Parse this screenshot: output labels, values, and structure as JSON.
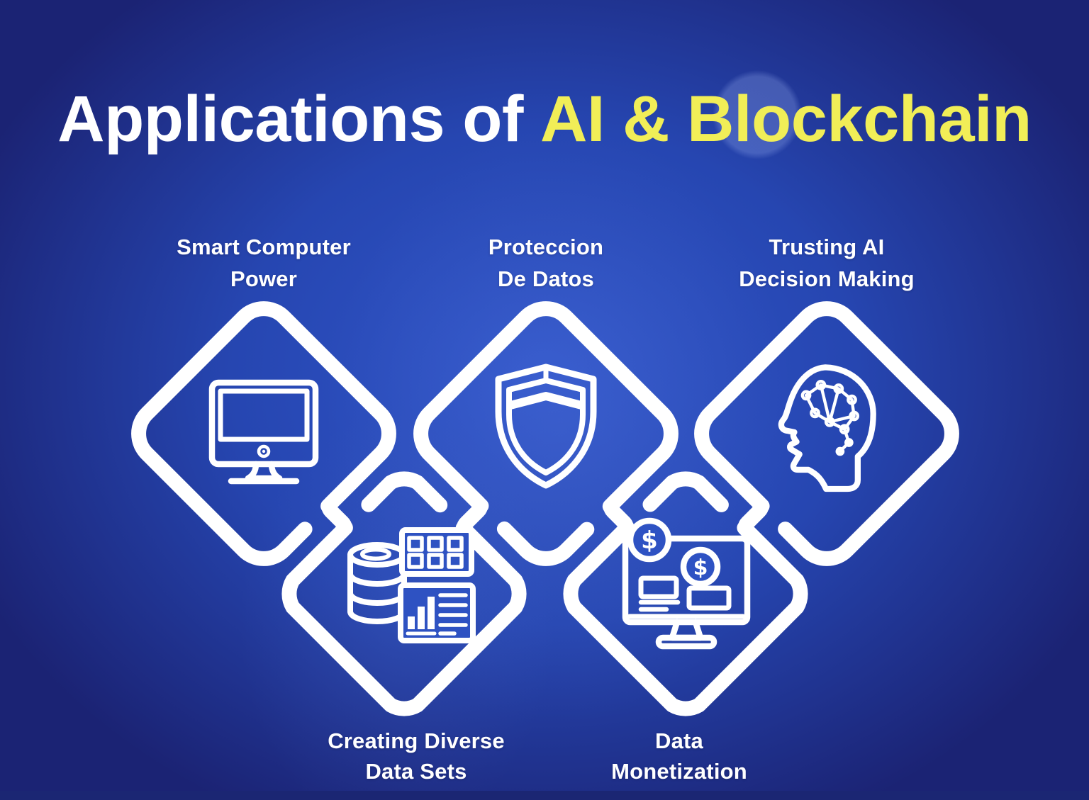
{
  "title": {
    "prefix": "Applications of",
    "highlight": "AI & Blockchain"
  },
  "colors": {
    "background_dark": "#1b2374",
    "background_light": "#3156ca",
    "accent_yellow": "#f1ee57",
    "outline_white": "#ffffff",
    "footer_strip": "#1b2673"
  },
  "items": [
    {
      "id": "smart-computer-power",
      "label_line1": "Smart Computer",
      "label_line2": "Power",
      "icon": "desktop-computer-icon",
      "row": "top"
    },
    {
      "id": "proteccion-de-datos",
      "label_line1": "Proteccion",
      "label_line2": "De Datos",
      "icon": "security-shield-icon",
      "row": "top"
    },
    {
      "id": "trusting-ai-decision-making",
      "label_line1": "Trusting AI",
      "label_line2": "Decision Making",
      "icon": "ai-brain-head-icon",
      "row": "top"
    },
    {
      "id": "creating-diverse-data-sets",
      "label_line1": "Creating Diverse",
      "label_line2": "Data Sets",
      "icon": "database-datasets-icon",
      "row": "bottom"
    },
    {
      "id": "data-monetization",
      "label_line1": "Data",
      "label_line2": "Monetization",
      "icon": "monetization-monitor-icon",
      "row": "bottom"
    }
  ],
  "icons": {
    "dollar_symbol": "$"
  }
}
